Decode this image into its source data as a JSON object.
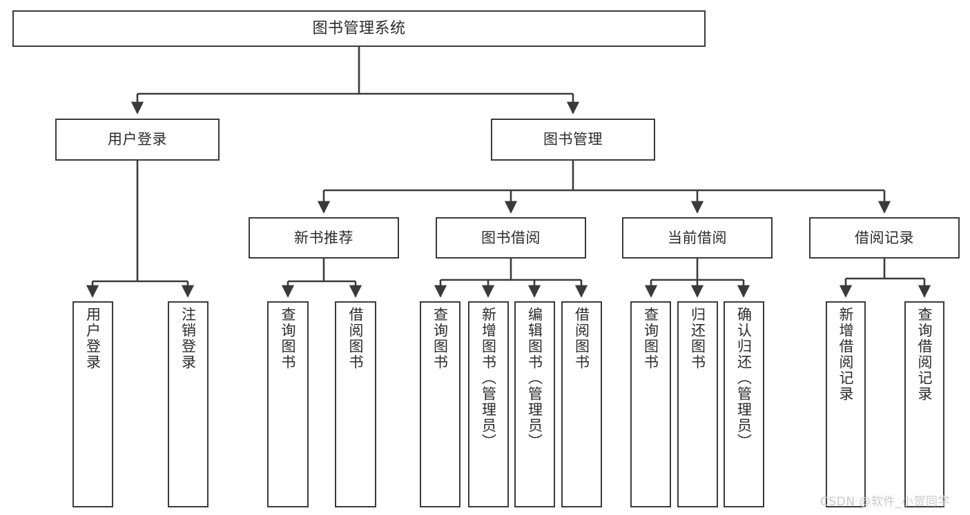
{
  "diagram": {
    "title": "图书管理系统",
    "type": "tree-hierarchy",
    "root": {
      "id": "root",
      "label": "图书管理系统"
    },
    "level2": [
      {
        "id": "user-login",
        "label": "用户登录"
      },
      {
        "id": "book-manage",
        "label": "图书管理"
      }
    ],
    "level3": [
      {
        "id": "new-book-recommend",
        "label": "新书推荐",
        "parent": "book-manage"
      },
      {
        "id": "book-borrow",
        "label": "图书借阅",
        "parent": "book-manage"
      },
      {
        "id": "current-borrow",
        "label": "当前借阅",
        "parent": "book-manage"
      },
      {
        "id": "borrow-record",
        "label": "借阅记录",
        "parent": "book-manage"
      }
    ],
    "leaves": {
      "user_login": [
        {
          "id": "leaf-user-login",
          "label": "用户登录"
        },
        {
          "id": "leaf-logout",
          "label": "注销登录"
        }
      ],
      "new_book_recommend": [
        {
          "id": "leaf-query-book-1",
          "label": "查询图书"
        },
        {
          "id": "leaf-borrow-book-1",
          "label": "借阅图书"
        }
      ],
      "book_borrow": [
        {
          "id": "leaf-query-book-2",
          "label": "查询图书"
        },
        {
          "id": "leaf-add-book",
          "label": "新增图书（管理员）"
        },
        {
          "id": "leaf-edit-book",
          "label": "编辑图书（管理员）"
        },
        {
          "id": "leaf-borrow-book-2",
          "label": "借阅图书"
        }
      ],
      "current_borrow": [
        {
          "id": "leaf-query-book-3",
          "label": "查询图书"
        },
        {
          "id": "leaf-return-book",
          "label": "归还图书"
        },
        {
          "id": "leaf-confirm-return",
          "label": "确认归还（管理员）"
        }
      ],
      "borrow_record": [
        {
          "id": "leaf-add-record",
          "label": "新增借阅记录"
        },
        {
          "id": "leaf-query-record",
          "label": "查询借阅记录"
        }
      ]
    },
    "colors": {
      "stroke": "#3a3a3a",
      "text": "#2b2b2b",
      "background": "#ffffff",
      "watermark": "#c9c9c9"
    }
  },
  "watermark": {
    "text": "CSDN @软件_小贺同学"
  }
}
